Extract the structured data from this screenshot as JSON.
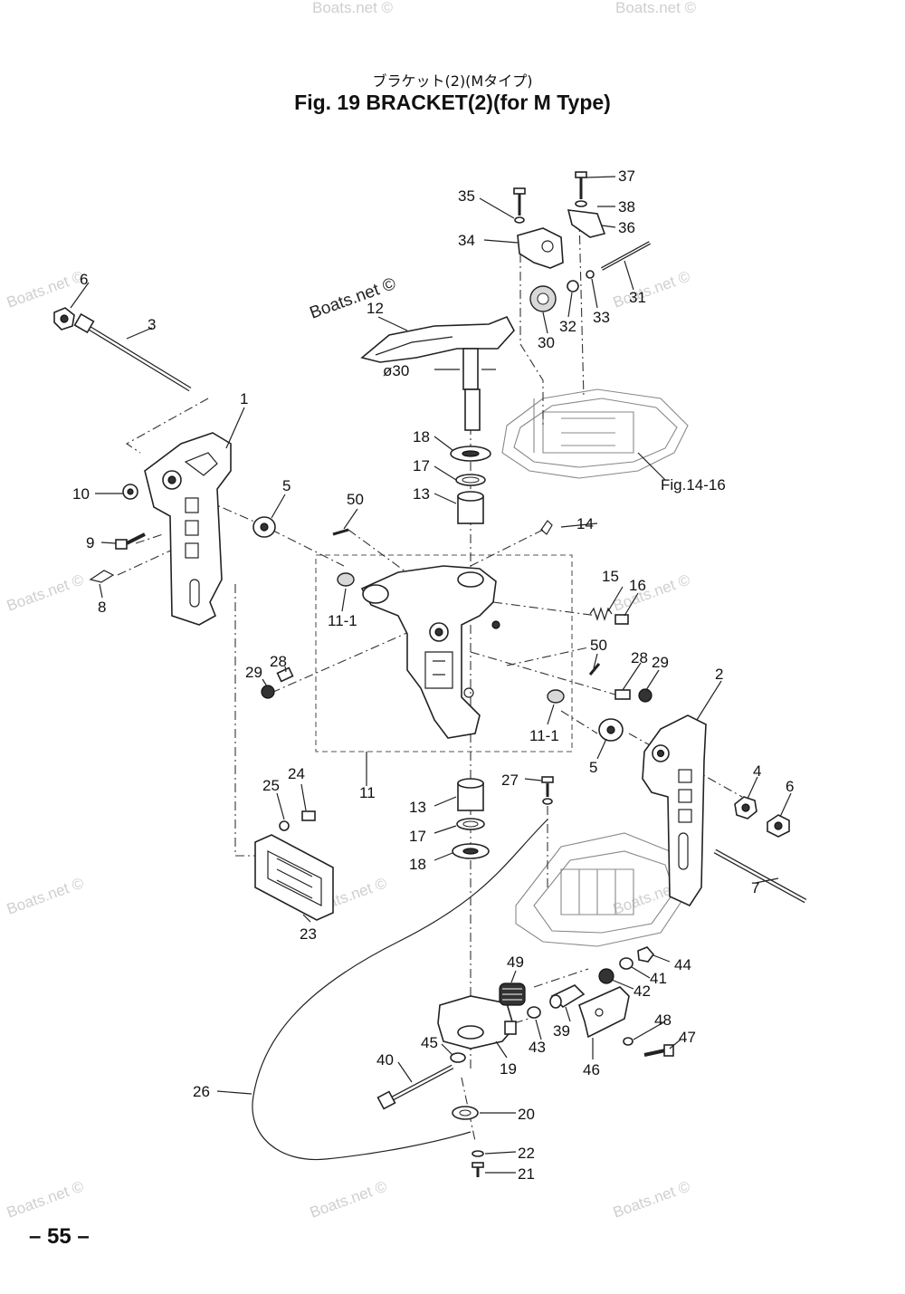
{
  "header": {
    "subtitle_jp": "ブラケット(2)(Mタイプ)",
    "title": "Fig. 19    BRACKET(2)(for M Type)"
  },
  "page_number": "– 55 –",
  "watermark": {
    "brand": "Boats.net ©"
  },
  "references": {
    "fig_ref": "Fig.14-16",
    "diameter_note": "ø30"
  },
  "callouts": {
    "c1": "1",
    "c2": "2",
    "c3": "3",
    "c4": "4",
    "c5a": "5",
    "c5b": "5",
    "c6a": "6",
    "c6b": "6",
    "c7": "7",
    "c8": "8",
    "c9": "9",
    "c10": "10",
    "c11": "11",
    "c11_1a": "11-1",
    "c11_1b": "11-1",
    "c12": "12",
    "c13a": "13",
    "c13b": "13",
    "c14": "14",
    "c15": "15",
    "c16": "16",
    "c17a": "17",
    "c17b": "17",
    "c18a": "18",
    "c18b": "18",
    "c19": "19",
    "c20": "20",
    "c21": "21",
    "c22": "22",
    "c23": "23",
    "c24": "24",
    "c25": "25",
    "c26": "26",
    "c27": "27",
    "c28a": "28",
    "c28b": "28",
    "c29a": "29",
    "c29b": "29",
    "c30": "30",
    "c31": "31",
    "c32": "32",
    "c33": "33",
    "c34": "34",
    "c35": "35",
    "c36": "36",
    "c37": "37",
    "c38": "38",
    "c39": "39",
    "c40": "40",
    "c41": "41",
    "c42": "42",
    "c43": "43",
    "c44": "44",
    "c45": "45",
    "c46": "46",
    "c47": "47",
    "c48": "48",
    "c49": "49",
    "c50a": "50",
    "c50b": "50"
  }
}
